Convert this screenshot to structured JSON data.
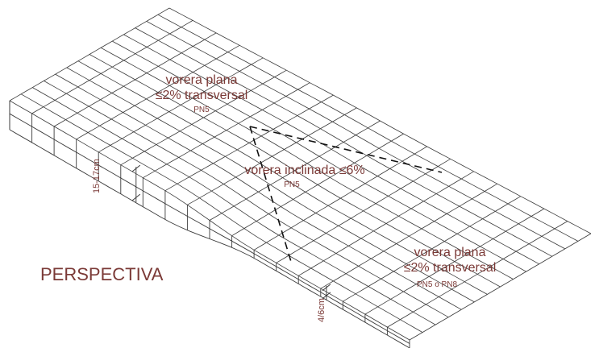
{
  "labels": {
    "top_zone_line1": "vorera plana",
    "top_zone_line2": "≤2% transversal",
    "top_zone_code": "PN5",
    "middle_zone_line1": "vorera inclinada ≤6%",
    "middle_zone_code": "PN5",
    "bottom_zone_line1": "vorera plana",
    "bottom_zone_line2": "≤2% transversal",
    "bottom_zone_code": "PN5 o PN8",
    "curb_height_top": "15-17cm",
    "curb_height_bottom": "4/6cm",
    "view_title": "PERSPECTIVA"
  },
  "colors": {
    "line": "#3a3a3a",
    "text": "#7b3a37",
    "dashed": "#111111"
  }
}
